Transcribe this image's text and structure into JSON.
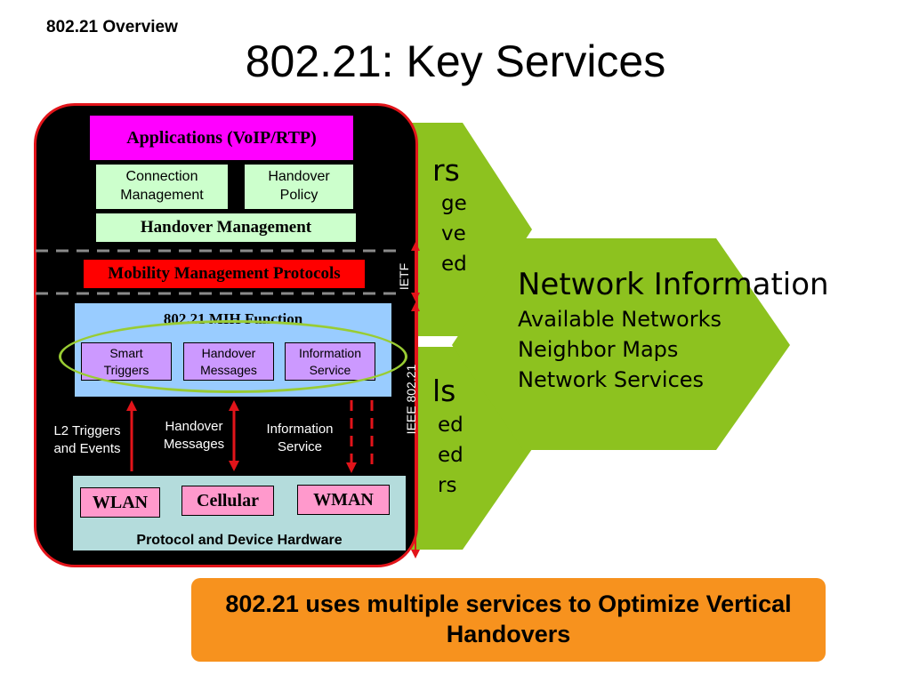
{
  "header": {
    "section": "802.21 Overview",
    "title": "802.21: Key Services"
  },
  "hexagons": {
    "top": {
      "title_fragment": "rs",
      "lines": [
        "ge",
        "ve",
        "ed"
      ]
    },
    "right": {
      "title": "Network Information",
      "lines": [
        "Available Networks",
        "Neighbor Maps",
        "Network Services"
      ]
    },
    "bottom": {
      "title_fragment": "ls",
      "lines": [
        "ed",
        "ed",
        "rs"
      ]
    }
  },
  "stack": {
    "applications": "Applications (VoIP/RTP)",
    "connection_management": "Connection Management",
    "handover_policy": "Handover Policy",
    "handover_management": "Handover Management",
    "mobility_protocols": "Mobility Management Protocols",
    "mih_function": "802.21 MIH Function",
    "smart_triggers": "Smart Triggers",
    "handover_messages_box": "Handover Messages",
    "information_service_box": "Information Service",
    "l2_triggers": "L2 Triggers and Events",
    "handover_messages_label": "Handover Messages",
    "information_service_label": "Information Service",
    "wlan": "WLAN",
    "cellular": "Cellular",
    "wman": "WMAN",
    "hardware": "Protocol and Device Hardware",
    "ietf": "IETF",
    "ieee": "IEEE 802.21"
  },
  "callout": "802.21 uses multiple services to Optimize Vertical Handovers",
  "colors": {
    "hexagon_green": "#8dc21f",
    "stack_border": "#e2141a",
    "applications_bg": "#ff00ff",
    "light_green": "#ccffcc",
    "mobility_bg": "#ff0000",
    "mih_bg": "#99ccff",
    "inner_box_bg": "#cc99ff",
    "hardware_bg": "#b4dcdc",
    "radio_bg": "#ff99cc",
    "ellipse": "#99cc33",
    "callout_bg": "#f7921e"
  }
}
